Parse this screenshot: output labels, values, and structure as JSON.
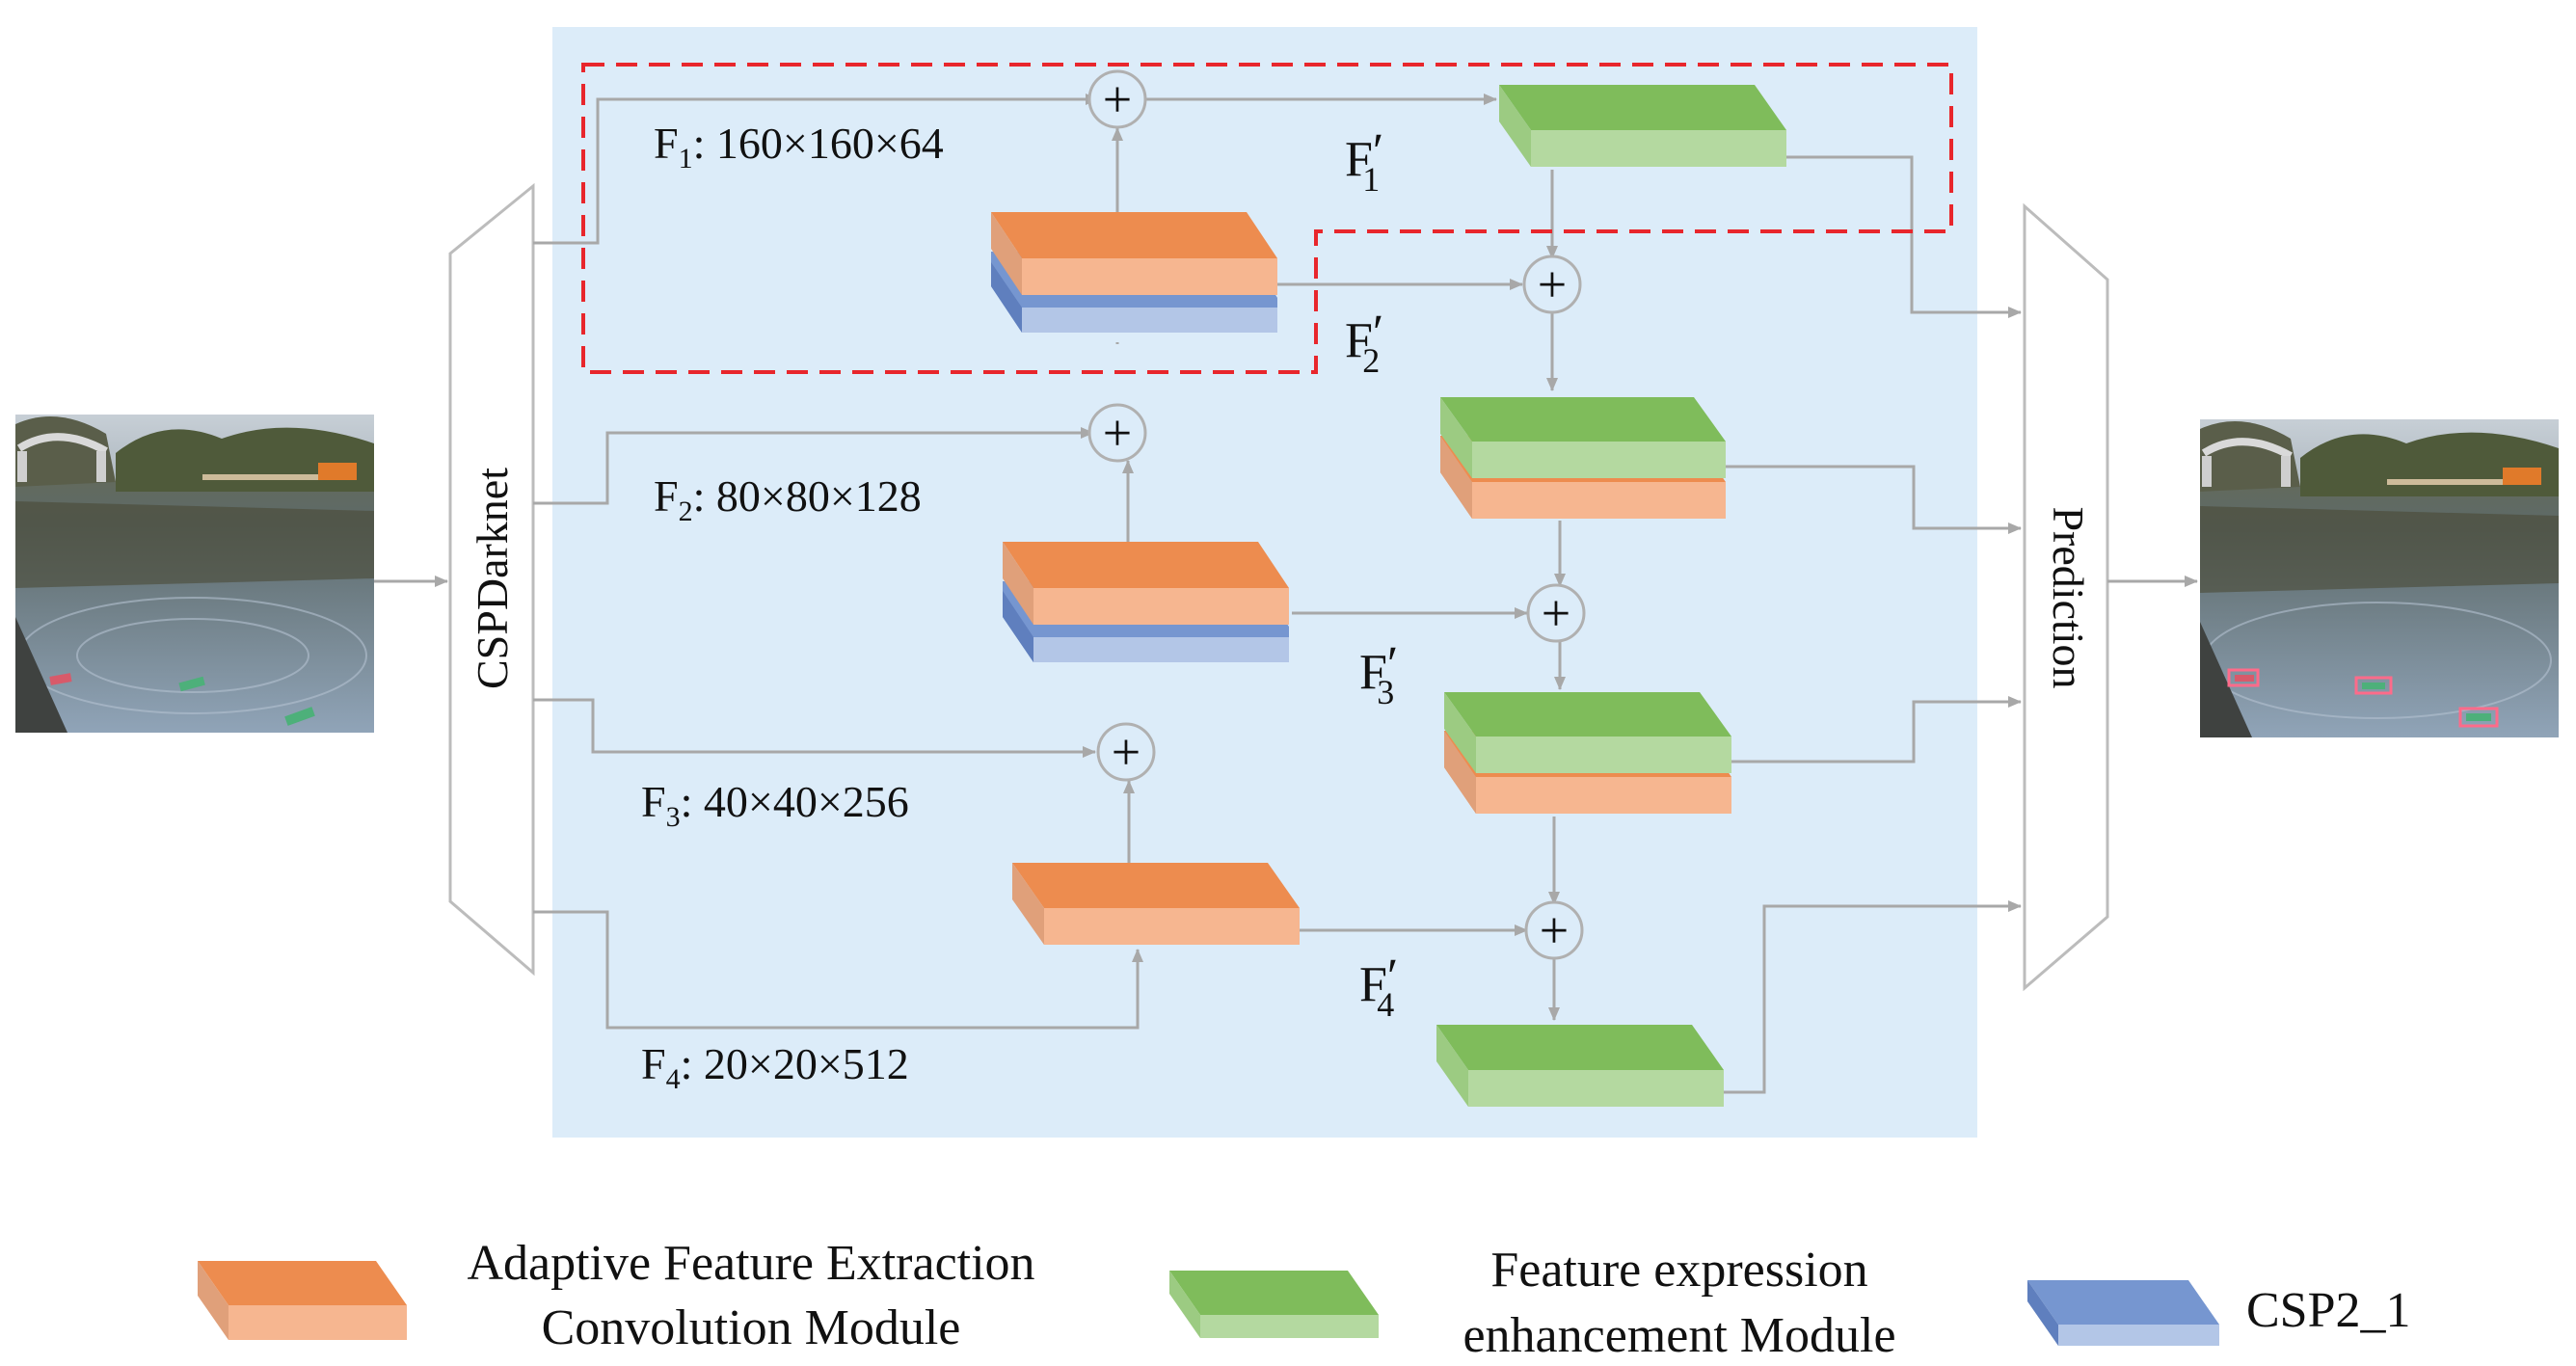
{
  "backbone": {
    "label": "CSPDarknet"
  },
  "head": {
    "label": "Prediction"
  },
  "features": [
    {
      "base": "F",
      "sub": "1",
      "dims": ": 160×160×64"
    },
    {
      "base": "F",
      "sub": "2",
      "dims": ": 80×80×128"
    },
    {
      "base": "F",
      "sub": "3",
      "dims": ": 40×40×256"
    },
    {
      "base": "F",
      "sub": "4",
      "dims": ": 20×20×512"
    }
  ],
  "enhanced": [
    {
      "base": "F",
      "prime": "′",
      "sub": "1"
    },
    {
      "base": "F",
      "prime": "′",
      "sub": "2"
    },
    {
      "base": "F",
      "prime": "′",
      "sub": "3"
    },
    {
      "base": "F",
      "prime": "′",
      "sub": "4"
    }
  ],
  "add_symbol": "+",
  "legend": {
    "afec": {
      "line1": "Adaptive Feature Extraction",
      "line2": "Convolution Module"
    },
    "feem": {
      "line1": "Feature expression",
      "line2": "enhancement Module"
    },
    "csp": {
      "label": "CSP2_1"
    }
  },
  "colors": {
    "panel": "#dcecf9",
    "orange": "#ed8c4f",
    "orange_light": "#f6b690",
    "green": "#7fbc5b",
    "green_light": "#b4d9a0",
    "blue": "#7696d0",
    "blue_light": "#b3c6e7",
    "arrow": "#a8a8a8",
    "dashed": "#e8262c"
  }
}
